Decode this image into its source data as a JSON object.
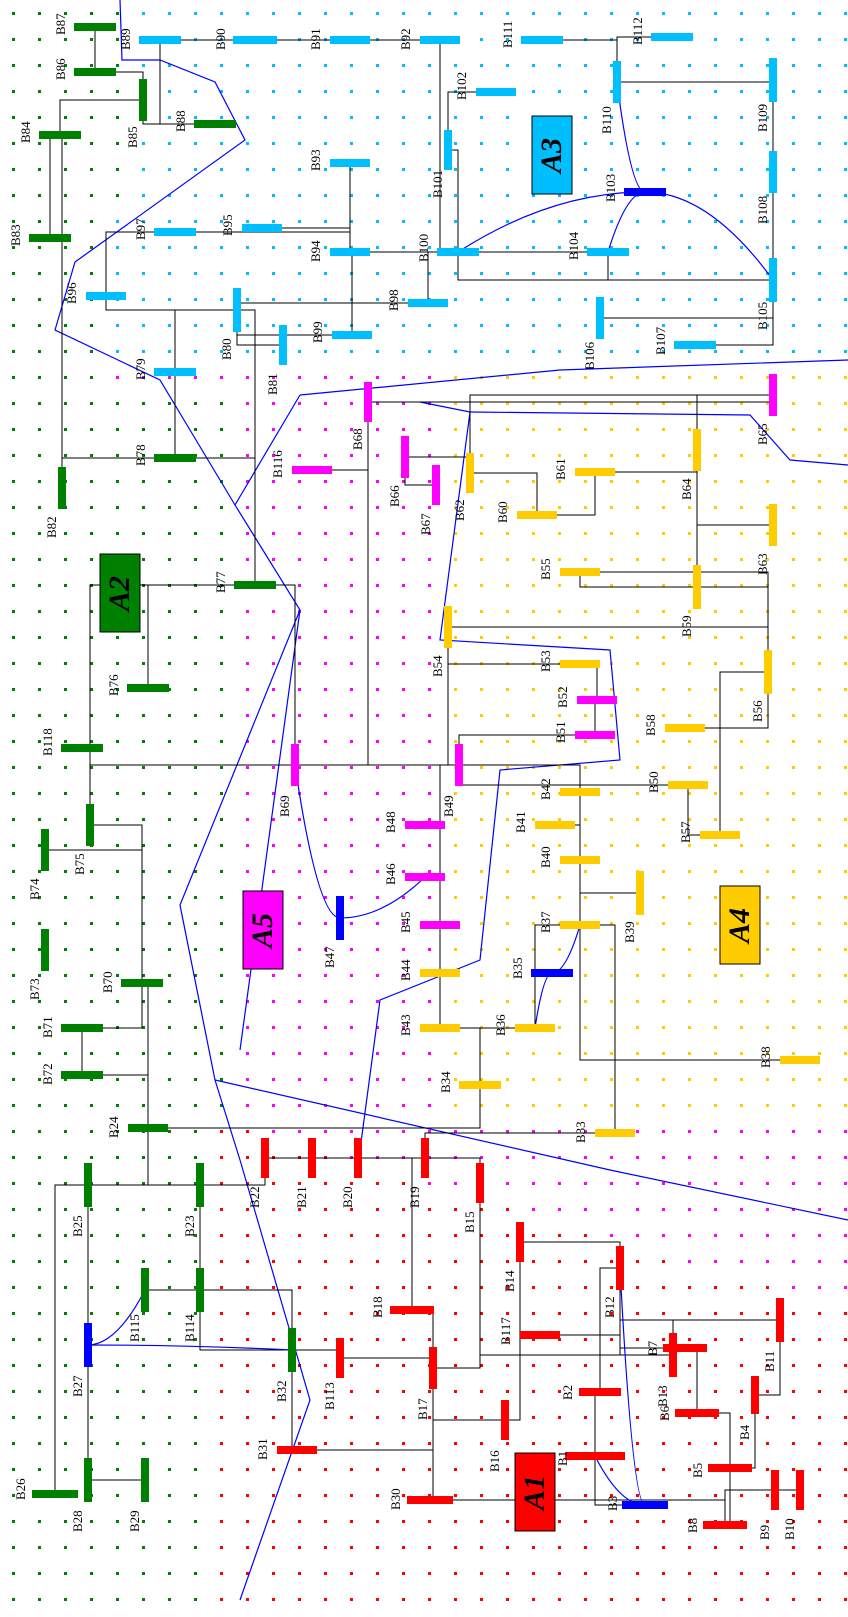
{
  "areas": [
    {
      "id": "A1",
      "label": "A1",
      "color": "#ff0000"
    },
    {
      "id": "A2",
      "label": "A2",
      "color": "#008000"
    },
    {
      "id": "A3",
      "label": "A3",
      "color": "#00bfff"
    },
    {
      "id": "A4",
      "label": "A4",
      "color": "#ffcc00"
    },
    {
      "id": "A5",
      "label": "A5",
      "color": "#ff00ff"
    }
  ],
  "buses": [
    {
      "label": "B1",
      "area": "A1"
    },
    {
      "label": "B2",
      "area": "A1"
    },
    {
      "label": "B3",
      "area": "A1"
    },
    {
      "label": "B4",
      "area": "A1"
    },
    {
      "label": "B5",
      "area": "A1"
    },
    {
      "label": "B6",
      "area": "A1"
    },
    {
      "label": "B7",
      "area": "A1"
    },
    {
      "label": "B8",
      "area": "A1"
    },
    {
      "label": "B9",
      "area": "A1"
    },
    {
      "label": "B10",
      "area": "A1"
    },
    {
      "label": "B11",
      "area": "A1"
    },
    {
      "label": "B12",
      "area": "A1"
    },
    {
      "label": "B13",
      "area": "A1"
    },
    {
      "label": "B14",
      "area": "A1"
    },
    {
      "label": "B15",
      "area": "A1"
    },
    {
      "label": "B16",
      "area": "A1"
    },
    {
      "label": "B17",
      "area": "A1"
    },
    {
      "label": "B18",
      "area": "A1"
    },
    {
      "label": "B19",
      "area": "A1"
    },
    {
      "label": "B20",
      "area": "A1"
    },
    {
      "label": "B21",
      "area": "A1"
    },
    {
      "label": "B22",
      "area": "A1"
    },
    {
      "label": "B30",
      "area": "A1"
    },
    {
      "label": "B31",
      "area": "A1"
    },
    {
      "label": "B113",
      "area": "A1"
    },
    {
      "label": "B117",
      "area": "A1"
    },
    {
      "label": "B23",
      "area": "A2"
    },
    {
      "label": "B24",
      "area": "A2"
    },
    {
      "label": "B25",
      "area": "A2"
    },
    {
      "label": "B26",
      "area": "A2"
    },
    {
      "label": "B27",
      "area": "A2"
    },
    {
      "label": "B28",
      "area": "A2"
    },
    {
      "label": "B29",
      "area": "A2"
    },
    {
      "label": "B32",
      "area": "A2"
    },
    {
      "label": "B70",
      "area": "A2"
    },
    {
      "label": "B71",
      "area": "A2"
    },
    {
      "label": "B72",
      "area": "A2"
    },
    {
      "label": "B73",
      "area": "A2"
    },
    {
      "label": "B74",
      "area": "A2"
    },
    {
      "label": "B75",
      "area": "A2"
    },
    {
      "label": "B76",
      "area": "A2"
    },
    {
      "label": "B77",
      "area": "A2"
    },
    {
      "label": "B78",
      "area": "A2"
    },
    {
      "label": "B82",
      "area": "A2"
    },
    {
      "label": "B83",
      "area": "A2"
    },
    {
      "label": "B84",
      "area": "A2"
    },
    {
      "label": "B85",
      "area": "A2"
    },
    {
      "label": "B86",
      "area": "A2"
    },
    {
      "label": "B87",
      "area": "A2"
    },
    {
      "label": "B88",
      "area": "A2"
    },
    {
      "label": "B114",
      "area": "A2"
    },
    {
      "label": "B115",
      "area": "A2"
    },
    {
      "label": "B118",
      "area": "A2"
    },
    {
      "label": "B79",
      "area": "A3"
    },
    {
      "label": "B80",
      "area": "A3"
    },
    {
      "label": "B81",
      "area": "A3"
    },
    {
      "label": "B89",
      "area": "A3"
    },
    {
      "label": "B90",
      "area": "A3"
    },
    {
      "label": "B91",
      "area": "A3"
    },
    {
      "label": "B92",
      "area": "A3"
    },
    {
      "label": "B93",
      "area": "A3"
    },
    {
      "label": "B94",
      "area": "A3"
    },
    {
      "label": "B95",
      "area": "A3"
    },
    {
      "label": "B96",
      "area": "A3"
    },
    {
      "label": "B97",
      "area": "A3"
    },
    {
      "label": "B98",
      "area": "A3"
    },
    {
      "label": "B99",
      "area": "A3"
    },
    {
      "label": "B100",
      "area": "A3"
    },
    {
      "label": "B101",
      "area": "A3"
    },
    {
      "label": "B102",
      "area": "A3"
    },
    {
      "label": "B103",
      "area": "A3"
    },
    {
      "label": "B104",
      "area": "A3"
    },
    {
      "label": "B105",
      "area": "A3"
    },
    {
      "label": "B106",
      "area": "A3"
    },
    {
      "label": "B107",
      "area": "A3"
    },
    {
      "label": "B108",
      "area": "A3"
    },
    {
      "label": "B109",
      "area": "A3"
    },
    {
      "label": "B110",
      "area": "A3"
    },
    {
      "label": "B111",
      "area": "A3"
    },
    {
      "label": "B112",
      "area": "A3"
    },
    {
      "label": "B33",
      "area": "A4"
    },
    {
      "label": "B34",
      "area": "A4"
    },
    {
      "label": "B35",
      "area": "A4"
    },
    {
      "label": "B36",
      "area": "A4"
    },
    {
      "label": "B37",
      "area": "A4"
    },
    {
      "label": "B38",
      "area": "A4"
    },
    {
      "label": "B39",
      "area": "A4"
    },
    {
      "label": "B40",
      "area": "A4"
    },
    {
      "label": "B41",
      "area": "A4"
    },
    {
      "label": "B42",
      "area": "A4"
    },
    {
      "label": "B43",
      "area": "A4"
    },
    {
      "label": "B44",
      "area": "A4"
    },
    {
      "label": "B50",
      "area": "A4"
    },
    {
      "label": "B53",
      "area": "A4"
    },
    {
      "label": "B54",
      "area": "A4"
    },
    {
      "label": "B55",
      "area": "A4"
    },
    {
      "label": "B56",
      "area": "A4"
    },
    {
      "label": "B57",
      "area": "A4"
    },
    {
      "label": "B58",
      "area": "A4"
    },
    {
      "label": "B59",
      "area": "A4"
    },
    {
      "label": "B60",
      "area": "A4"
    },
    {
      "label": "B61",
      "area": "A4"
    },
    {
      "label": "B62",
      "area": "A4"
    },
    {
      "label": "B63",
      "area": "A4"
    },
    {
      "label": "B64",
      "area": "A4"
    },
    {
      "label": "B45",
      "area": "A5"
    },
    {
      "label": "B46",
      "area": "A5"
    },
    {
      "label": "B47",
      "area": "A5"
    },
    {
      "label": "B48",
      "area": "A5"
    },
    {
      "label": "B49",
      "area": "A5"
    },
    {
      "label": "B51",
      "area": "A5"
    },
    {
      "label": "B52",
      "area": "A5"
    },
    {
      "label": "B65",
      "area": "A5"
    },
    {
      "label": "B66",
      "area": "A5"
    },
    {
      "label": "B67",
      "area": "A5"
    },
    {
      "label": "B68",
      "area": "A5"
    },
    {
      "label": "B69",
      "area": "A5"
    },
    {
      "label": "B116",
      "area": "A5"
    }
  ],
  "special_bus_color": "#0000ff",
  "line_color": "#000000",
  "boundary_color": "#0000ff"
}
